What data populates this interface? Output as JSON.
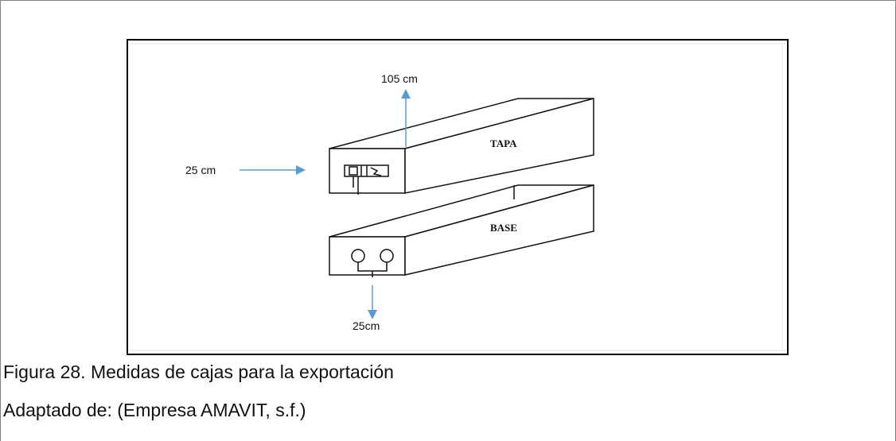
{
  "diagram": {
    "dimensions": {
      "top": "105 cm",
      "left": "25 cm",
      "bottom": "25cm"
    },
    "box_labels": {
      "lid": "TAPA",
      "base": "BASE"
    },
    "colors": {
      "arrow": "#5b9bd5",
      "line": "#111111"
    }
  },
  "caption": {
    "title": "Figura 28. Medidas de cajas para la exportación",
    "source": "Adaptado de: (Empresa AMAVIT, s.f.)"
  }
}
